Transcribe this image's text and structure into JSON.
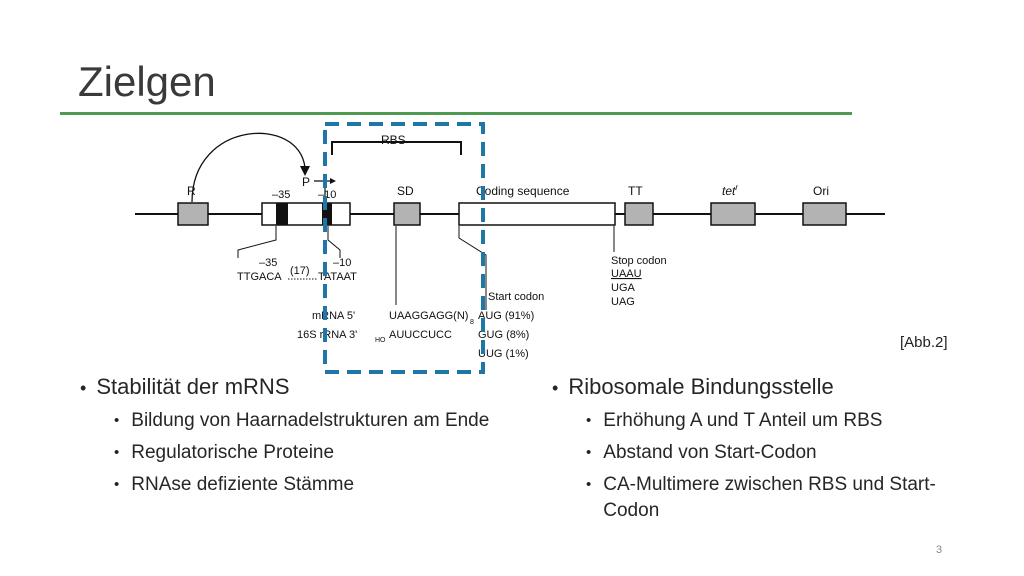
{
  "slide": {
    "title": "Zielgen",
    "figure_ref": "[Abb.2]",
    "page_number": "3"
  },
  "diagram": {
    "labels": {
      "R": "R",
      "P": "P",
      "RBS": "RBS",
      "minus35": "–35",
      "minus10": "–10",
      "SD": "SD",
      "coding": "Coding sequence",
      "TT": "TT",
      "tet": "tet",
      "tet_sup": "r",
      "Ori": "Ori",
      "box35": "–35",
      "seq35": "TTGACA",
      "spacer": "(17)",
      "box10": "–10",
      "seq10": "TATAAT",
      "mrna": "mRNA 5'",
      "rrna": "16S rRNA 3'",
      "ho": "HO",
      "sd_seq": "UAAGGAGG(N)",
      "sub8": "8",
      "rrna_seq": "AUUCCUCC",
      "start_codon_label": "Start codon",
      "aug": "AUG  (91%)",
      "gug": "GUG  (8%)",
      "uug": "UUG  (1%)",
      "stop_codon_label": "Stop codon",
      "uaau": "UAAU",
      "uga": "UGA",
      "uag": "UAG"
    },
    "colors": {
      "rbs_highlight": "#1f77a8",
      "box_gray": "#b3b3b3",
      "title_rule": "#4e9a50"
    }
  },
  "left_column": {
    "heading": "Stabilität der mRNS",
    "items": [
      "Bildung von Haarnadelstrukturen am Ende",
      "Regulatorische Proteine",
      "RNAse defiziente Stämme"
    ]
  },
  "right_column": {
    "heading": "Ribosomale Bindungsstelle",
    "items": [
      "Erhöhung A und T Anteil um RBS",
      "Abstand von Start-Codon",
      "CA-Multimere zwischen RBS und Start-Codon"
    ]
  }
}
